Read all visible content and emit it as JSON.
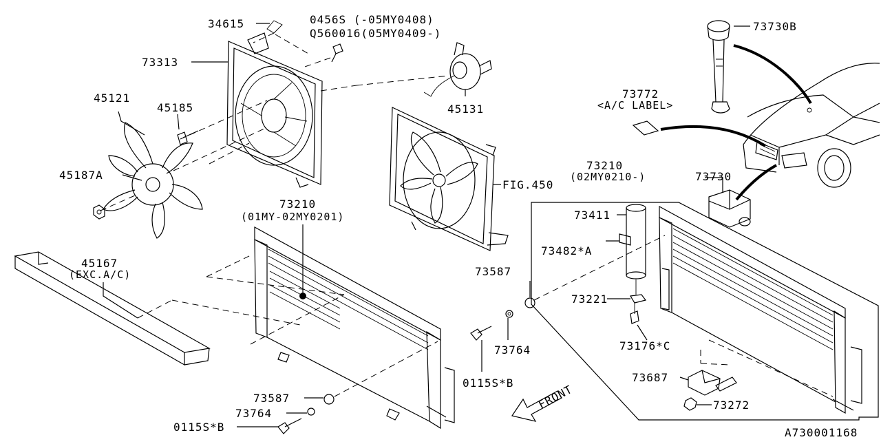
{
  "parts": {
    "p34615": "34615",
    "p0456s": "0456S  (-05MY0408)",
    "pq560016": "Q560016(05MY0409-)",
    "p73313": "73313",
    "p45121": "45121",
    "p45185": "45185",
    "p45187a": "45187A",
    "p45131": "45131",
    "pfig450": "FIG.450",
    "p73210_left": "73210",
    "p73210_left_note": "(01MY-02MY0201)",
    "p45167": "45167",
    "p45167_note": "(EXC.A/C)",
    "p73587_mid": "73587",
    "p73764_mid": "73764",
    "p0115s_mid": "0115S*B",
    "p73587_low": "73587",
    "p73764_low": "73764",
    "p0115s_low": "0115S*B",
    "front": "FRONT",
    "p73730b": "73730B",
    "p73772": "73772",
    "p73772_note": "<A/C LABEL>",
    "p73210_right": "73210",
    "p73210_right_note": "(02MY0210-)",
    "p73730": "73730",
    "p73411": "73411",
    "p73482a": "73482*A",
    "p73221": "73221",
    "p73176c": "73176*C",
    "p73687": "73687",
    "p73272": "73272",
    "diagram_id": "A730001168"
  }
}
